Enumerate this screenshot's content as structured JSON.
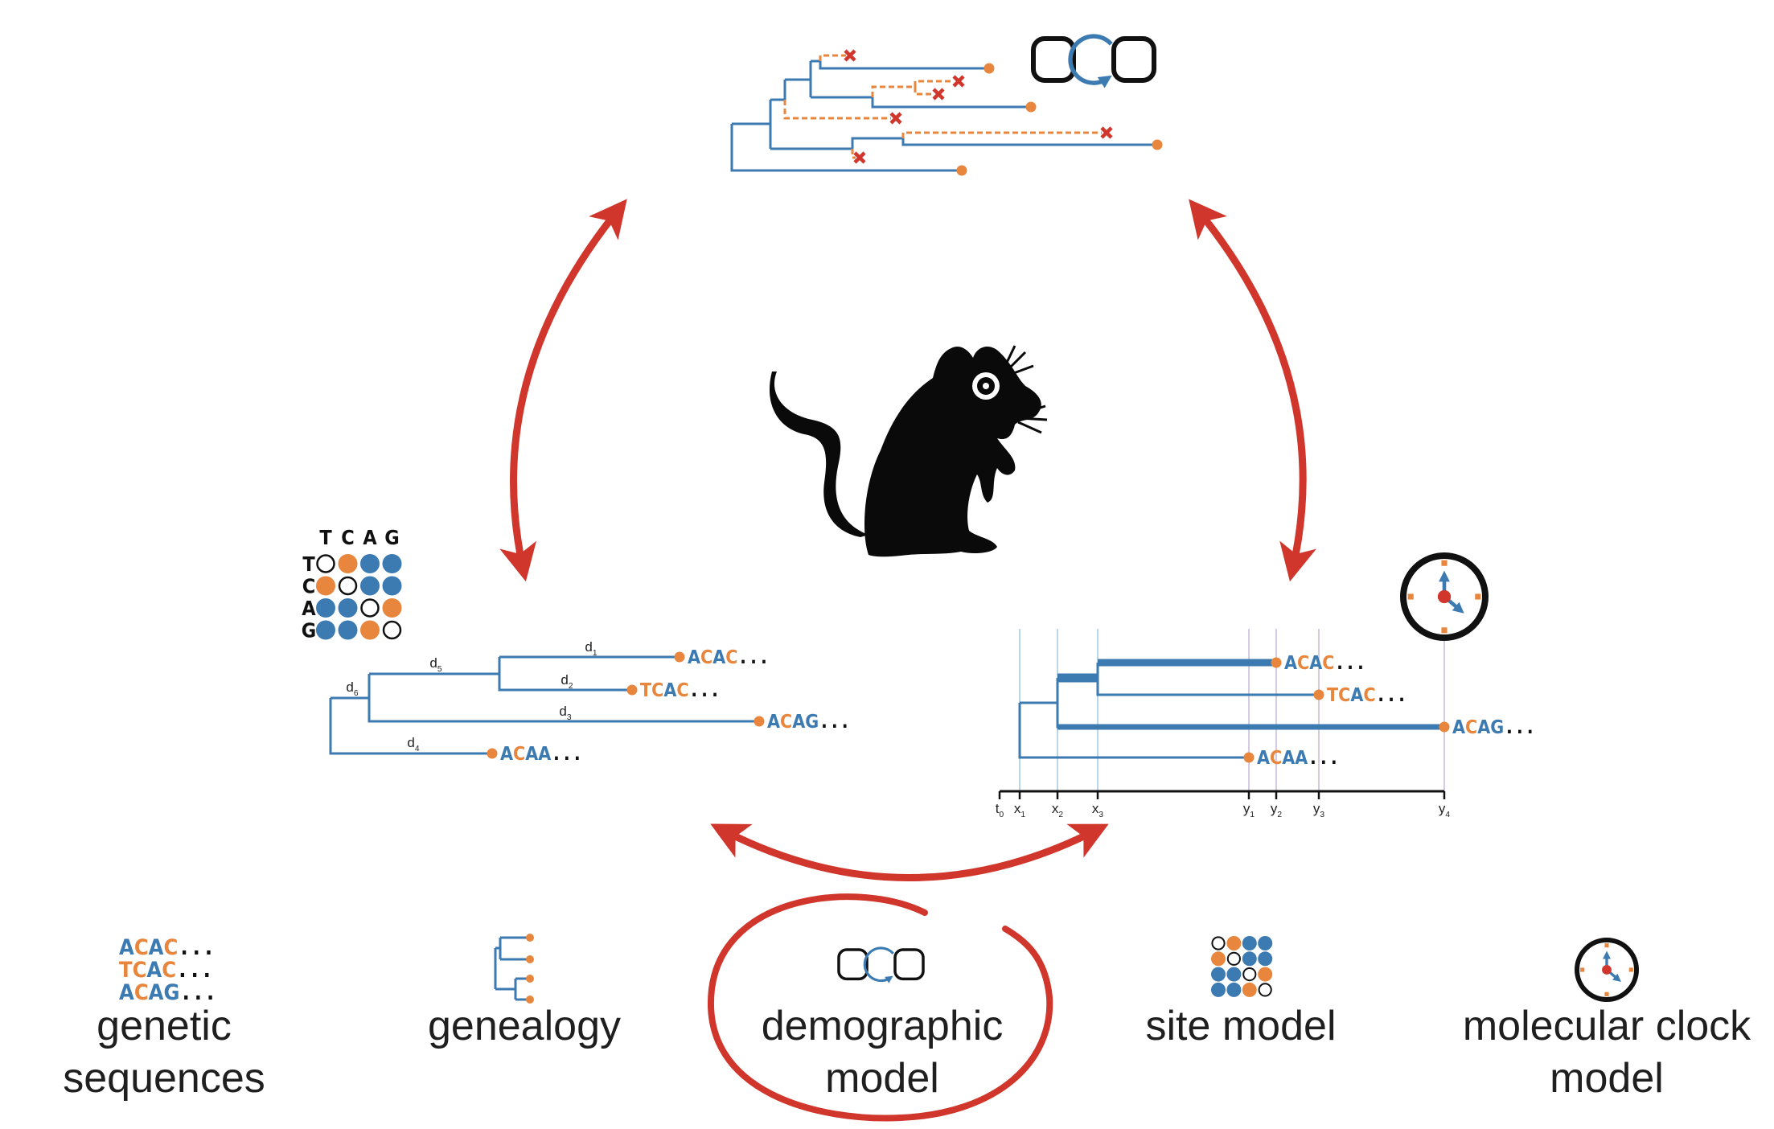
{
  "colors": {
    "blue": "#3c7ab2",
    "orange": "#e8863d",
    "red": "#d0362b",
    "black": "#111111",
    "grid_blue": "#a9cbe6",
    "grid_purple": "#c9bcdc",
    "text": "#1f1f1f"
  },
  "center_icon": "mouse-silhouette",
  "top_panel": {
    "name": "demographic process genealogy",
    "icon": "demographic-model-icon",
    "extinct_marker": "red-x-icon",
    "tip_marker": "orange-dot"
  },
  "substitution_matrix": {
    "bases": [
      "T",
      "C",
      "A",
      "G"
    ],
    "cells": [
      [
        "empty",
        "orange",
        "blue",
        "blue"
      ],
      [
        "orange",
        "empty",
        "blue",
        "blue"
      ],
      [
        "blue",
        "blue",
        "empty",
        "orange"
      ],
      [
        "blue",
        "blue",
        "orange",
        "empty"
      ]
    ]
  },
  "left_tree": {
    "branch_labels": [
      {
        "base": "d",
        "sub": "1"
      },
      {
        "base": "d",
        "sub": "2"
      },
      {
        "base": "d",
        "sub": "3"
      },
      {
        "base": "d",
        "sub": "4"
      },
      {
        "base": "d",
        "sub": "5"
      },
      {
        "base": "d",
        "sub": "6"
      }
    ],
    "tips": [
      {
        "seq": "ACAC",
        "suffix": "...",
        "colors": [
          "blue",
          "orange",
          "blue",
          "orange"
        ]
      },
      {
        "seq": "TCAC",
        "suffix": "...",
        "colors": [
          "orange",
          "orange",
          "blue",
          "orange"
        ]
      },
      {
        "seq": "ACAG",
        "suffix": "...",
        "colors": [
          "blue",
          "orange",
          "blue",
          "blue"
        ]
      },
      {
        "seq": "ACAA",
        "suffix": "...",
        "colors": [
          "blue",
          "orange",
          "blue",
          "blue"
        ]
      }
    ]
  },
  "right_tree": {
    "axis_ticks": [
      {
        "base": "t",
        "sub": "0"
      },
      {
        "base": "x",
        "sub": "1"
      },
      {
        "base": "x",
        "sub": "2"
      },
      {
        "base": "x",
        "sub": "3"
      },
      {
        "base": "y",
        "sub": "1"
      },
      {
        "base": "y",
        "sub": "2"
      },
      {
        "base": "y",
        "sub": "3"
      },
      {
        "base": "y",
        "sub": "4"
      }
    ],
    "tips": [
      {
        "seq": "ACAC",
        "suffix": "...",
        "colors": [
          "blue",
          "orange",
          "blue",
          "orange"
        ]
      },
      {
        "seq": "TCAC",
        "suffix": "...",
        "colors": [
          "orange",
          "orange",
          "blue",
          "orange"
        ]
      },
      {
        "seq": "ACAG",
        "suffix": "...",
        "colors": [
          "blue",
          "orange",
          "blue",
          "blue"
        ]
      },
      {
        "seq": "ACAA",
        "suffix": "...",
        "colors": [
          "blue",
          "orange",
          "blue",
          "blue"
        ]
      }
    ],
    "clock_icon": "clock-icon"
  },
  "components": [
    {
      "id": "genetic-sequences",
      "lines": [
        "genetic",
        "sequences"
      ],
      "icon": "sequences-icon",
      "highlighted": false
    },
    {
      "id": "genealogy",
      "lines": [
        "genealogy"
      ],
      "icon": "tree-icon",
      "highlighted": false
    },
    {
      "id": "demographic-model",
      "lines": [
        "demographic",
        "model"
      ],
      "icon": "demographic-model-icon",
      "highlighted": true
    },
    {
      "id": "site-model",
      "lines": [
        "site model"
      ],
      "icon": "substitution-matrix-icon",
      "highlighted": false
    },
    {
      "id": "molecular-clock-model",
      "lines": [
        "molecular clock",
        "model"
      ],
      "icon": "clock-icon",
      "highlighted": false
    }
  ],
  "mini_sequences": [
    {
      "seq": "ACAC",
      "suffix": "...",
      "colors": [
        "blue",
        "orange",
        "blue",
        "orange"
      ]
    },
    {
      "seq": "TCAC",
      "suffix": "...",
      "colors": [
        "orange",
        "orange",
        "blue",
        "orange"
      ]
    },
    {
      "seq": "ACAG",
      "suffix": "...",
      "colors": [
        "blue",
        "orange",
        "blue",
        "blue"
      ]
    }
  ]
}
